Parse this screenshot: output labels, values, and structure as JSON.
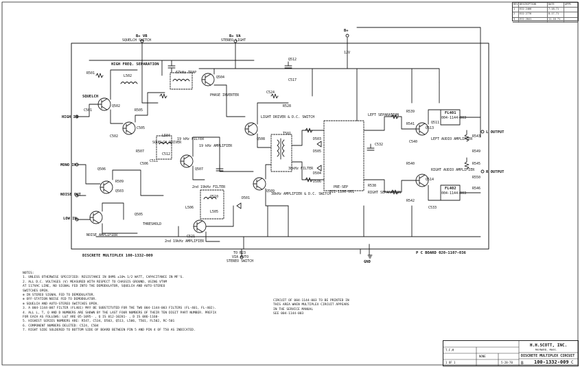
{
  "rails": {
    "b_plus_vb": "B+ VB",
    "squelch_switch": "SQUELCH SWITCH",
    "b_plus_va": "B+ VA",
    "stereo_light": "STEREO LIGHT",
    "b_plus": "B+",
    "v12": "12V",
    "gnd": "GND",
    "to_b23_via_auto": "TO B23",
    "via_auto": "VIA AUTO",
    "stereo_switch": "STEREO SWITCH"
  },
  "blocks": {
    "high_freq_separation": "HIGH FREQ. SEPARATION",
    "khz_trap": "67kHz TRAP",
    "phase_inverter": "PHASE INVERTER",
    "squelch": "SQUELCH",
    "squelch_driver": "SQUELCH DRIVER",
    "filter_19khz": "19 kHz FILTER",
    "amplifier_19khz": "19 kHz AMPLIFIER",
    "filter_2nd_19khz": "2nd 19kHz FILTER",
    "amplifier_2nd_19khz": "2nd 19kHz AMPLIFIER",
    "light_driver": "LIGHT DRIVER & D.C. SWITCH",
    "filter_38khz": "38kHz FILTER",
    "amplifier_38khz": "38kHz AMPLIFIER & D.C. SWITCH",
    "left_separation": "LEFT SEPARATION",
    "right_separation": "RIGHT SEPARATION",
    "left_audio_amp": "LEFT AUDIO AMPLIFIER",
    "right_audio_amp": "RIGHT AUDIO AMPLIFIER",
    "fl401": "FL401",
    "fl402": "FL402",
    "fl_part": "004-1144-003",
    "noise_amplifier": "NOISE AMPLIFIER",
    "threshold": "THRESHOLD",
    "discrete_multiplex": "DISCRETE MULTIPLEX 100-1332-009",
    "pc_board": "P C BOARD 020-1107-036",
    "pre_sep": "PRE-SEP",
    "pre_sep_part": "011-1106-001"
  },
  "io": {
    "high_in": "HIGH IN",
    "mono_in": "MONO IN",
    "noise_out": "NOISE OUT",
    "low_in": "LOW IN",
    "l_output": "L OUTPUT",
    "r_output": "R OUTPUT"
  },
  "parts": [
    "R501",
    "C501",
    "C502",
    "L502",
    "Q502",
    "Q503",
    "Q504",
    "R505",
    "R507",
    "R509",
    "C505",
    "Q505",
    "C506",
    "Q507",
    "L504",
    "C511",
    "C512",
    "Q506",
    "Q508",
    "Q509",
    "Q510",
    "L505",
    "L506",
    "C521",
    "Q511",
    "Q512",
    "C517",
    "C524",
    "R528",
    "D503",
    "D504",
    "D505",
    "D506",
    "T501",
    "C532",
    "R549",
    "R550",
    "Q513",
    "Q514",
    "R538",
    "R539",
    "R540",
    "R541",
    "R542",
    "R543",
    "R545",
    "R546",
    "C540",
    "C533",
    "D501"
  ],
  "notes": [
    "NOTES:",
    "1. UNLESS OTHERWISE SPECIFIED: RESISTANCE IN OHMS ±10% 1/2 WATT, CAPACITANCE IN MF'S.",
    "2. ALL D.C. VOLTAGES (V) MEASURED WITH RESPECT TO CHASSIS GROUND, USING VTVM",
    "   AT 117VAC LINE, NO SIGNAL FED INTO THE DEMODULATOR, SQUELCH AND AUTO-STEREO",
    "   SWITCHES OPEN.",
    "   ⊕ IN STEREO SIGNAL FED TO DEMODULATOR.",
    "   ⊕ OFF-STATION NOISE FED TO DEMODULATOR.",
    "   ⊕ SQUELCH AND AUTO-STEREO SWITCHES OPEN.",
    "3. A 004-1144-007 FILTER (FL401) MAY BE SUBSTITUTED FOR THE TWO 004-1144-003 FILTERS (FL-401, FL-402).",
    "4. ALL L, T, Q AND D NUMBERS ARE SHOWN BY THE LAST FOUR NUMBERS OF THEIR TEN DIGIT PART NUMBER. PREFIX",
    "   FOR EACH AS FOLLOWS: L&T ARE 05-1095- , Q IS 012-10281- , D IS 086-1160-",
    "5. HIGHEST SERIES NUMBERS ARE: R547, C534, D503, Q513, L506, T501, FL502, RC-501",
    "6. COMPONENT NUMBERS DELETED: C524, C504",
    "7. RIGHT SIDE SOLDERED TO BOTTOM SIDE OF BOARD BETWEEN PIN 5 AND PIN 4 OF T50 AS INDICATED."
  ],
  "callout": [
    "CIRCUIT OF 004-1144-003 TO BE PRINTED IN",
    "THIS AREA WHEN MULTIPLEX CIRCUIT APPEARS",
    "IN THE SERVICE MANUAL",
    "SEE 004-1144-003"
  ],
  "revisions": [
    [
      "REV",
      "DESCRIPTION",
      "DATE",
      "APPR"
    ],
    [
      "1",
      "ECO 2466",
      "7-18-71",
      ""
    ],
    [
      "2",
      "ECO 2776",
      "8-17-71",
      ""
    ],
    [
      "3",
      "ECO 2841",
      "11-10-71",
      ""
    ]
  ],
  "titleblock": {
    "company": "H.H.SCOTT, INC.",
    "city": "MAYNARD, MASS.",
    "title": "DISCRETE MULTIPLEX CIRCUIT",
    "number": "100-1332-009",
    "drawn": "T.F.M",
    "date": "5-28-70",
    "scale": "NONE",
    "sheet": "1 OF 1",
    "rev": "C",
    "size": "B"
  }
}
